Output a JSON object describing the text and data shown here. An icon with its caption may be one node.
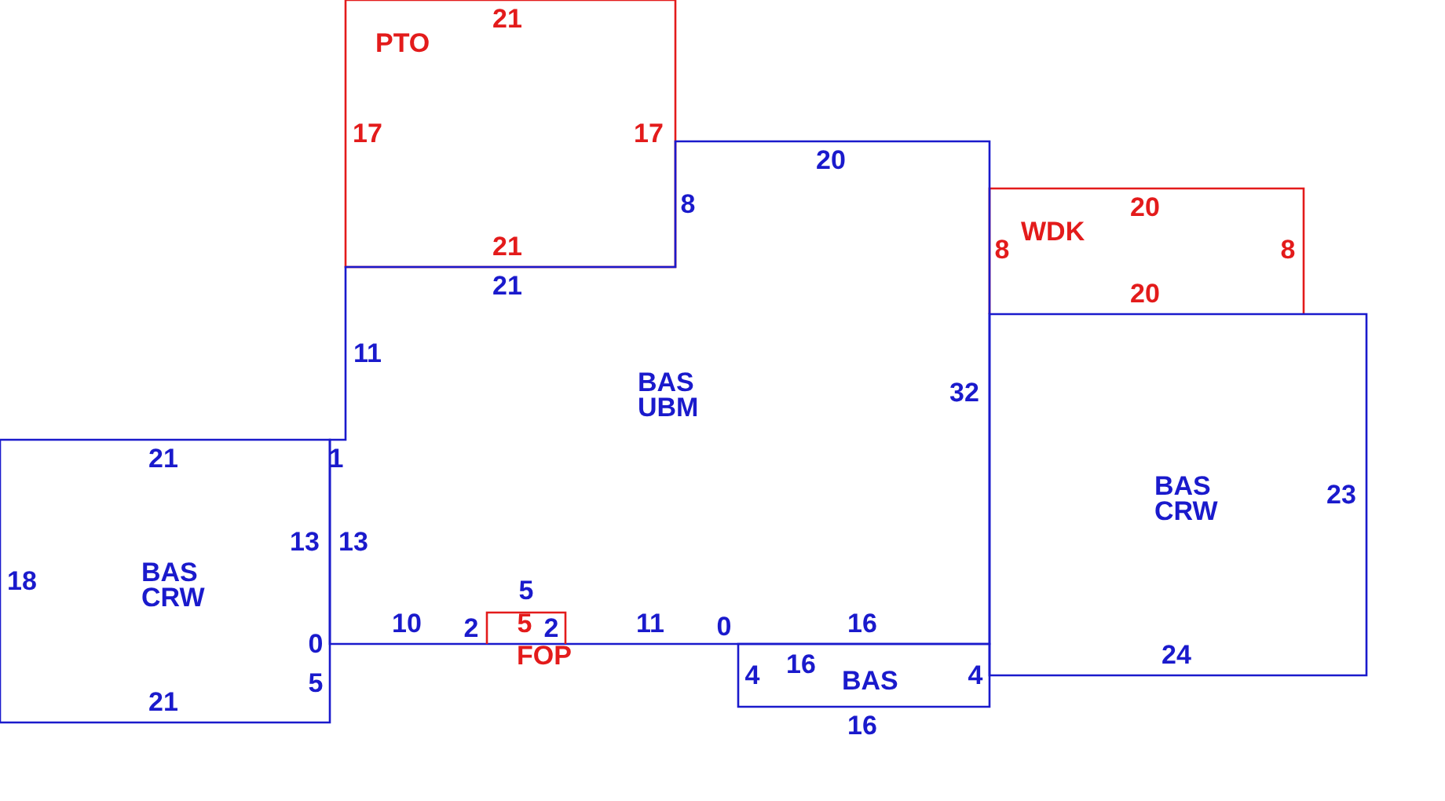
{
  "diagram": {
    "nodes": [
      {
        "text": [
          "PTO"
        ]
      },
      {
        "text": [
          "WDK"
        ]
      },
      {
        "text": [
          "BAS UBM"
        ]
      },
      {
        "text": [
          "BAS CRW"
        ]
      },
      {
        "text": [
          "BAS CRW"
        ]
      },
      {
        "text": [
          "FOP"
        ]
      },
      {
        "text": [
          "BAS"
        ]
      }
    ],
    "labels": [
      "21",
      "17",
      "17",
      "20",
      "8",
      "20",
      "21",
      "8",
      "8",
      "21",
      "20",
      "11",
      "32",
      "21",
      "1",
      "23",
      "13",
      "13",
      "18",
      "5",
      "10",
      "2",
      "5",
      "2",
      "11",
      "16",
      "0",
      "0",
      "24",
      "16",
      "4",
      "4",
      "5",
      "21",
      "16"
    ]
  }
}
